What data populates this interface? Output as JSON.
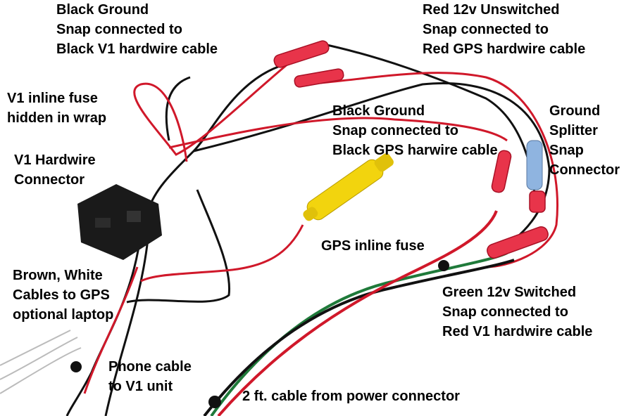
{
  "labels": {
    "black_ground_v1": [
      "Black Ground",
      "Snap connected to",
      "Black V1 hardwire cable"
    ],
    "red_unswitched": [
      "Red 12v Unswitched",
      "Snap connected to",
      "Red GPS hardwire cable"
    ],
    "v1_inline_fuse": [
      "V1 inline fuse",
      "hidden in wrap"
    ],
    "black_ground_gps": [
      "Black Ground",
      "Snap connected to",
      "Black GPS harwire cable"
    ],
    "ground_splitter": [
      "Ground",
      "Splitter",
      "Snap",
      "Connector"
    ],
    "v1_hardwire_connector": [
      "V1 Hardwire",
      "Connector"
    ],
    "gps_inline_fuse": [
      "GPS inline fuse"
    ],
    "brown_white_cables": [
      "Brown, White",
      "Cables to GPS",
      "optional laptop"
    ],
    "green_switched": [
      "Green 12v Switched",
      "Snap connected to",
      "Red V1 hardwire cable"
    ],
    "phone_cable": [
      "Phone cable",
      "to V1 unit"
    ],
    "power_cable": [
      "2 ft. cable from power connector"
    ]
  },
  "colors": {
    "wire_red": "#d0182a",
    "wire_black": "#111111",
    "wire_green": "#1f7a3a",
    "fuse_yellow": "#f2d40e",
    "connector_red": "#e8344a",
    "splitter_blue": "#8fb4e0",
    "connector_body": "#1a1a1a"
  }
}
